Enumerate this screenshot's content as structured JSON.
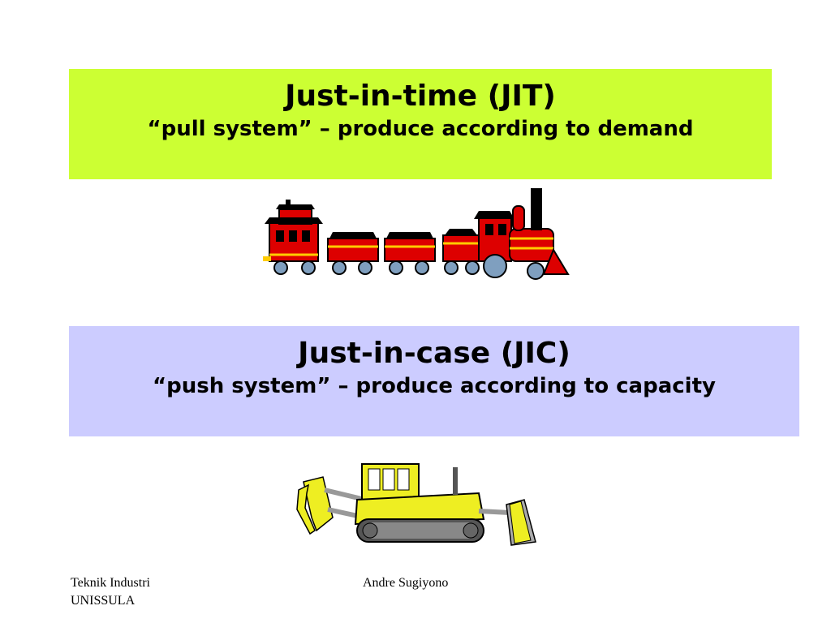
{
  "jit": {
    "title": "Just-in-time  (JIT)",
    "subtitle": "“pull system” – produce according to demand",
    "background": "#ccff33"
  },
  "jic": {
    "title": "Just-in-case  (JIC)",
    "subtitle": "“push system” – produce according to capacity",
    "background": "#ccccff"
  },
  "images": {
    "train": "train-clipart",
    "bulldozer": "bulldozer-clipart"
  },
  "footer": {
    "left_line1": "Teknik Industri",
    "left_line2": "UNISSULA",
    "center": "Andre Sugiyono"
  }
}
